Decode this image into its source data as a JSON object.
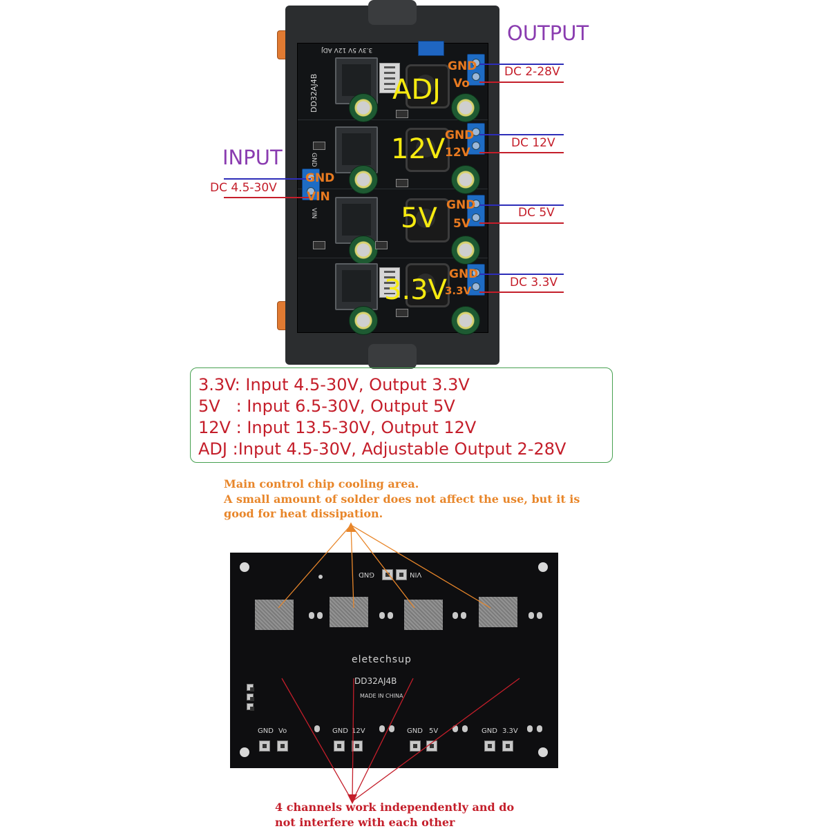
{
  "module": {
    "channels": [
      {
        "name": "ADJ",
        "gnd": "GND",
        "out": "Vo",
        "dc": "DC 2-28V"
      },
      {
        "name": "12V",
        "gnd": "GND",
        "out": "12V",
        "dc": "DC 12V"
      },
      {
        "name": "5V",
        "gnd": "GND",
        "out": "5V",
        "dc": "DC 5V"
      },
      {
        "name": "3.3V",
        "gnd": "GND",
        "out": "3.3V",
        "dc": "DC 3.3V"
      }
    ],
    "output_title": "OUTPUT",
    "input_title": "INPUT",
    "input": {
      "gnd": "GND",
      "vin": "VIN",
      "dc": "DC 4.5-30V"
    },
    "silkscreen": {
      "model": "DD32AJ4B",
      "select": "3.3V 5V 12V ADJ",
      "gnd": "GND",
      "vin": "VIN"
    },
    "colors": {
      "yellow": "#f6ea10",
      "orange": "#e87a20",
      "red": "#c41e2a",
      "blue": "#2d2db8",
      "purple": "#8a3cb0",
      "terminal": "#1e6cc4"
    }
  },
  "specs": [
    {
      "name": "3.3V",
      "sep": ": ",
      "text": "Input 4.5-30V, Output 3.3V"
    },
    {
      "name": "5V",
      "sep": "   : ",
      "text": "Input 6.5-30V, Output 5V"
    },
    {
      "name": "12V",
      "sep": " : ",
      "text": "Input 13.5-30V, Output 12V"
    },
    {
      "name": "ADJ",
      "sep": " :",
      "text": "Input 4.5-30V, Adjustable Output 2-28V"
    }
  ],
  "cooling_note": {
    "line1": "Main control chip cooling area.",
    "line2": "A small amount of solder does not affect the use, but it is",
    "line3": "good for heat dissipation."
  },
  "channels_note": {
    "line1": "4 channels work independently and do",
    "line2": "not interfere with each other"
  },
  "board_back": {
    "brand": "eletechsup",
    "model": "DD32AJ4B",
    "origin": "MADE IN CHINA",
    "top_gnd": "GND",
    "top_vin": "VIN",
    "pins": [
      {
        "gnd": "GND",
        "out": "Vo"
      },
      {
        "gnd": "GND",
        "out": "12V"
      },
      {
        "gnd": "GND",
        "out": "5V"
      },
      {
        "gnd": "GND",
        "out": "3.3V"
      }
    ]
  }
}
